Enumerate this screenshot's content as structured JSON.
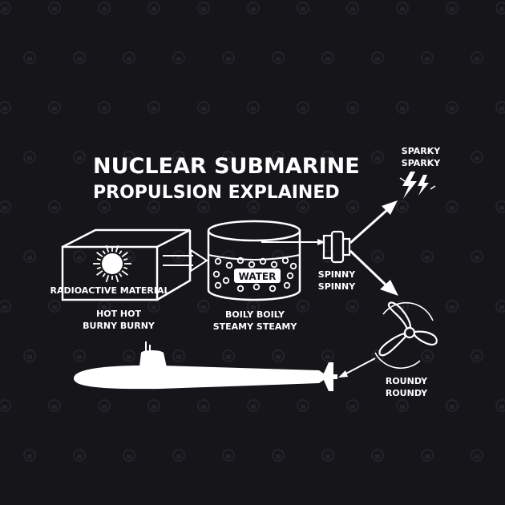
{
  "title": {
    "line1": "NUCLEAR SUBMARINE",
    "line2": "PROPULSION EXPLAINED"
  },
  "labels": {
    "reactor_box": "RADIOACTIVE  MATERIAL",
    "reactor_caption_1": "HOT HOT",
    "reactor_caption_2": "BURNY BURNY",
    "tank_box": "WATER",
    "tank_caption_1": "BOILY BOILY",
    "tank_caption_2": "STEAMY STEAMY",
    "turbine_caption_1": "SPINNY",
    "turbine_caption_2": "SPINNY",
    "generator_caption_1": "SPARKY",
    "generator_caption_2": "SPARKY",
    "propeller_caption_1": "ROUNDY",
    "propeller_caption_2": "ROUNDY"
  },
  "icons": {
    "reactor": "radiation-burst-icon",
    "lightning": "lightning-bolt-icon",
    "propeller": "propeller-icon",
    "submarine": "submarine-icon",
    "turbine": "turbine-icon"
  },
  "colors": {
    "background": "#16151a",
    "foreground": "#ffffff",
    "watermark": "#1f1e24"
  }
}
